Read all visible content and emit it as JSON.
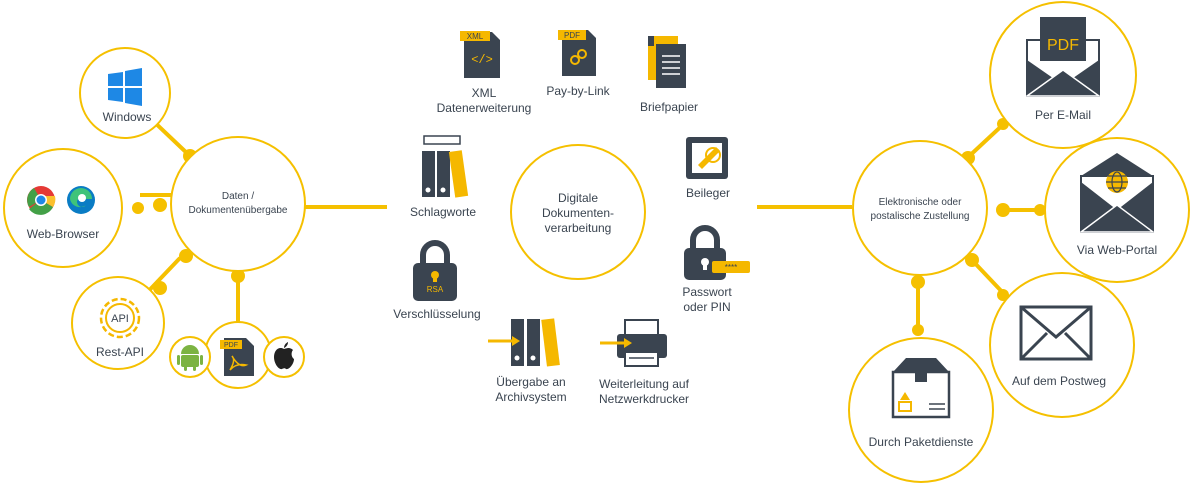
{
  "colors": {
    "accent": "#f5b800",
    "dark": "#3a4450",
    "line": "#f5c000"
  },
  "left": {
    "hub": "Daten / Dokumentenübergabe",
    "windows": "Windows",
    "browser": "Web-Browser",
    "api_text": "API",
    "rest": "Rest-API",
    "pdf_tag": "PDF"
  },
  "center": {
    "hub": "Digitale Dokumenten-verarbeitung",
    "xml_tag": "XML",
    "xml": "XML Datenerweiterung",
    "pay_tag": "PDF",
    "pay": "Pay-by-Link",
    "brief": "Briefpapier",
    "schlag": "Schlagworte",
    "beileger": "Beileger",
    "rsa": "RSA",
    "versch": "Verschlüsselung",
    "pin_stars": "****",
    "passwort": "Passwort oder PIN",
    "archiv": "Übergabe an Archivsystem",
    "drucker": "Weiterleitung auf Netzwerkdrucker"
  },
  "right": {
    "hub": "Elektronische oder postalische Zustellung",
    "pdf_tag": "PDF",
    "email": "Per E-Mail",
    "portal": "Via Web-Portal",
    "post": "Auf dem Postweg",
    "paket": "Durch Paketdienste"
  }
}
